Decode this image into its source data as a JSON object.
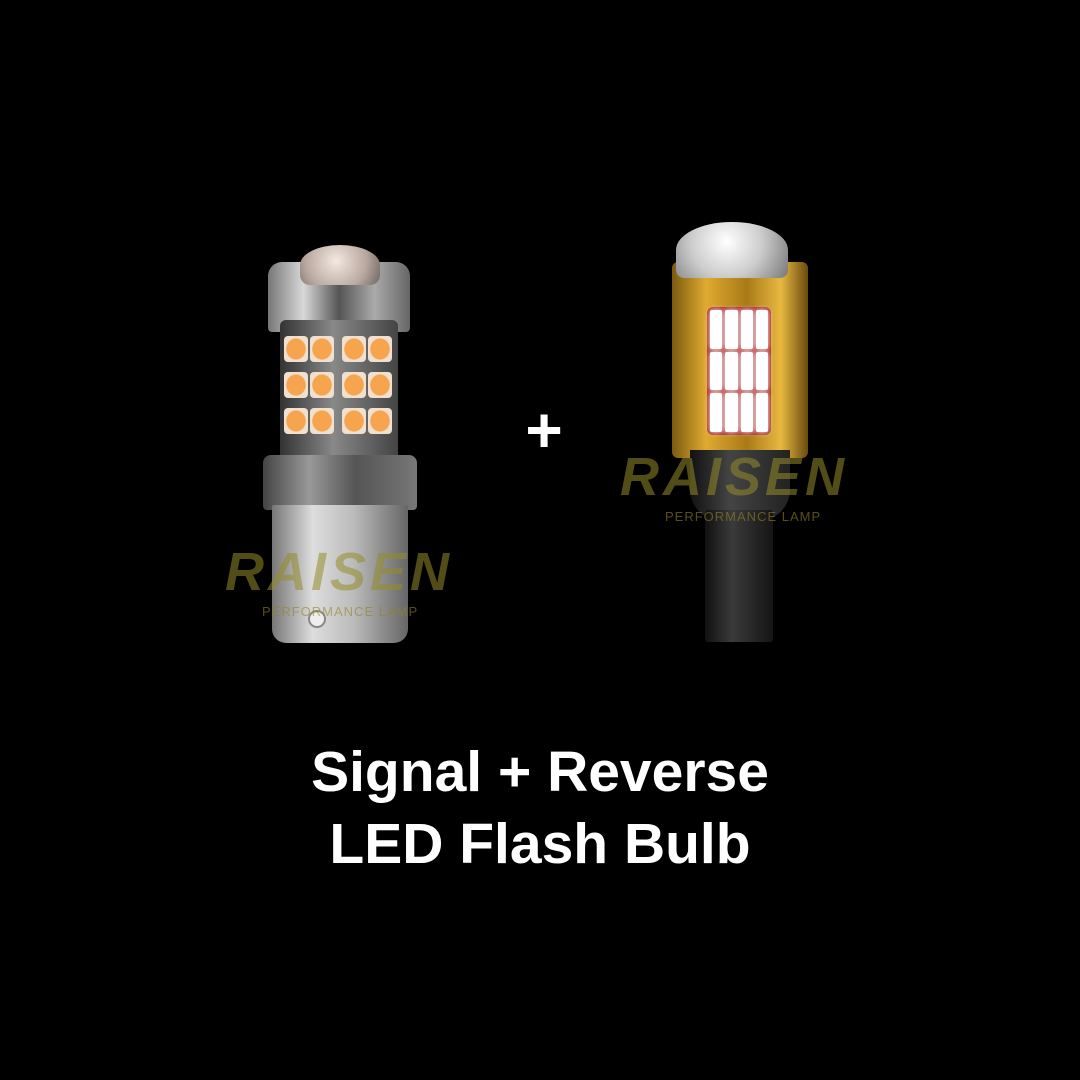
{
  "title_line1": "Signal + Reverse",
  "title_line2": "LED Flash Bulb",
  "plus_sign": "+",
  "watermark": {
    "brand": "RAISEN",
    "tagline": "PERFORMANCE LAMP"
  },
  "colors": {
    "background": "#000000",
    "amber_led": "#f6a44d",
    "gold_body": "#e0aa30",
    "text": "#ffffff"
  }
}
